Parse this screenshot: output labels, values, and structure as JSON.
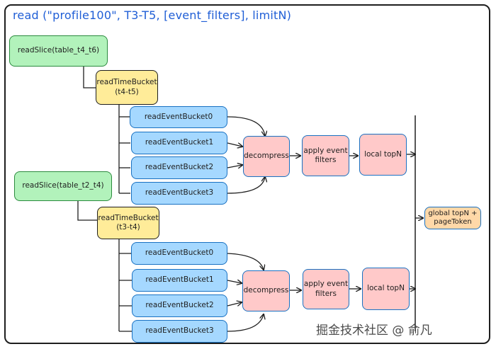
{
  "title": "read (\"profile100\",  T3-T5,  [event_filters],  limitN)",
  "group1": {
    "slice": "readSlice(table_t4_t6)",
    "bucket_line1": "readTimeBucket",
    "bucket_line2": "(t4-t5)",
    "events": [
      "readEventBucket0",
      "readEventBucket1",
      "readEventBucket2",
      "readEventBucket3"
    ],
    "decompress": "decompress",
    "apply_line1": "apply event",
    "apply_line2": "filters",
    "topn": "local topN"
  },
  "group2": {
    "slice": "readSlice(table_t2_t4)",
    "bucket_line1": "readTimeBucket",
    "bucket_line2": "(t3-t4)",
    "events": [
      "readEventBucket0",
      "readEventBucket1",
      "readEventBucket2",
      "readEventBucket3"
    ],
    "decompress": "decompress",
    "apply_line1": "apply event",
    "apply_line2": "filters",
    "topn": "local topN"
  },
  "global_line1": "global topN +",
  "global_line2": "pageToken",
  "watermark": "掘金技术社区 @ 俞凡",
  "colors": {
    "title": "#1f5ed6",
    "slice_fill": "#b2f2bb",
    "bucket_fill": "#ffec99",
    "event_fill": "#a5d8ff",
    "process_fill": "#ffc9c9",
    "global_fill": "#ffd8a8"
  }
}
